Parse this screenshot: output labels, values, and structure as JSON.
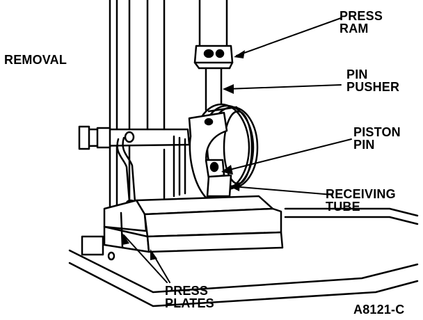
{
  "heading": "REMOVAL",
  "labels": {
    "press_ram": [
      "PRESS",
      "RAM"
    ],
    "pin_pusher": [
      "PIN",
      "PUSHER"
    ],
    "piston_pin": [
      "PISTON",
      "PIN"
    ],
    "receiving_tube": [
      "RECEIVING",
      "TUBE"
    ],
    "press_plates": [
      "PRESS",
      "PLATES"
    ]
  },
  "figure_code": "A8121-C",
  "colors": {
    "ink": "#000000",
    "paper": "#ffffff"
  }
}
